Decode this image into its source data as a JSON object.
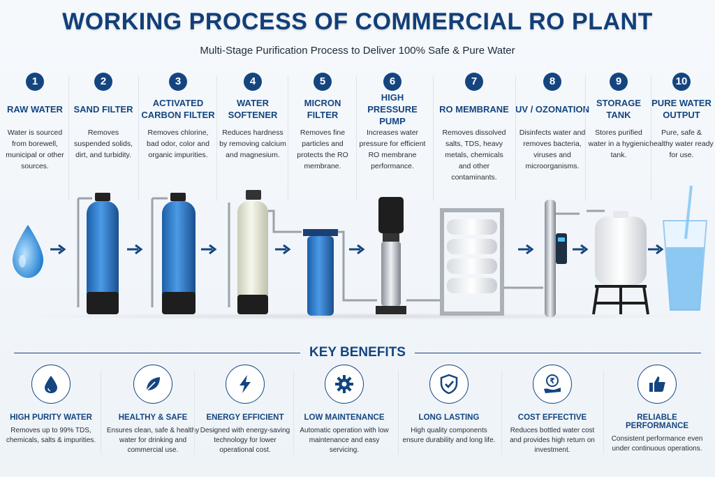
{
  "header": {
    "title": "WORKING PROCESS OF COMMERCIAL RO PLANT",
    "subtitle": "Multi-Stage Purification Process to Deliver 100% Safe & Pure Water"
  },
  "steps": [
    {
      "num": "1",
      "title": "RAW WATER",
      "desc": "Water is sourced from borewell, municipal or other sources."
    },
    {
      "num": "2",
      "title": "SAND FILTER",
      "desc": "Removes suspended solids, dirt, and turbidity."
    },
    {
      "num": "3",
      "title": "ACTIVATED CARBON FILTER",
      "desc": "Removes chlorine, bad odor, color and organic impurities."
    },
    {
      "num": "4",
      "title": "WATER SOFTENER",
      "desc": "Reduces hardness by removing calcium and magnesium."
    },
    {
      "num": "5",
      "title": "MICRON FILTER",
      "desc": "Removes fine particles and protects the RO membrane."
    },
    {
      "num": "6",
      "title": "HIGH PRESSURE PUMP",
      "desc": "Increases water pressure for efficient RO membrane performance."
    },
    {
      "num": "7",
      "title": "RO MEMBRANE",
      "desc": "Removes dissolved salts, TDS, heavy metals, chemicals and other contaminants."
    },
    {
      "num": "8",
      "title": "UV / OZONATION",
      "desc": "Disinfects water and removes bacteria, viruses and microorganisms."
    },
    {
      "num": "9",
      "title": "STORAGE TANK",
      "desc": "Stores purified water in a hygienic tank."
    },
    {
      "num": "10",
      "title": "PURE WATER OUTPUT",
      "desc": "Pure, safe & healthy water ready for use."
    }
  ],
  "benefits_heading": "KEY BENEFITS",
  "benefits": [
    {
      "icon": "water-drop-icon",
      "title": "HIGH PURITY WATER",
      "desc": "Removes up to 99% TDS, chemicals, salts & impurities."
    },
    {
      "icon": "leaf-icon",
      "title": "HEALTHY & SAFE",
      "desc": "Ensures clean, safe & healthy water for drinking and commercial use."
    },
    {
      "icon": "lightning-icon",
      "title": "ENERGY EFFICIENT",
      "desc": "Designed with energy-saving technology for lower operational cost."
    },
    {
      "icon": "gear-icon",
      "title": "LOW MAINTENANCE",
      "desc": "Automatic operation with low maintenance and easy servicing."
    },
    {
      "icon": "shield-check-icon",
      "title": "LONG LASTING",
      "desc": "High quality components ensure durability and long life."
    },
    {
      "icon": "rupee-hand-icon",
      "title": "COST EFFECTIVE",
      "desc": "Reduces bottled water cost and provides high return on investment."
    },
    {
      "icon": "thumbs-up-icon",
      "title": "RELIABLE PERFORMANCE",
      "desc": "Consistent performance even under continuous operations."
    }
  ],
  "colors": {
    "primary": "#14457f",
    "tank_blue": "#2f7fd0",
    "softener_cream": "#eef0e0",
    "base_black": "#1e1e1e"
  }
}
